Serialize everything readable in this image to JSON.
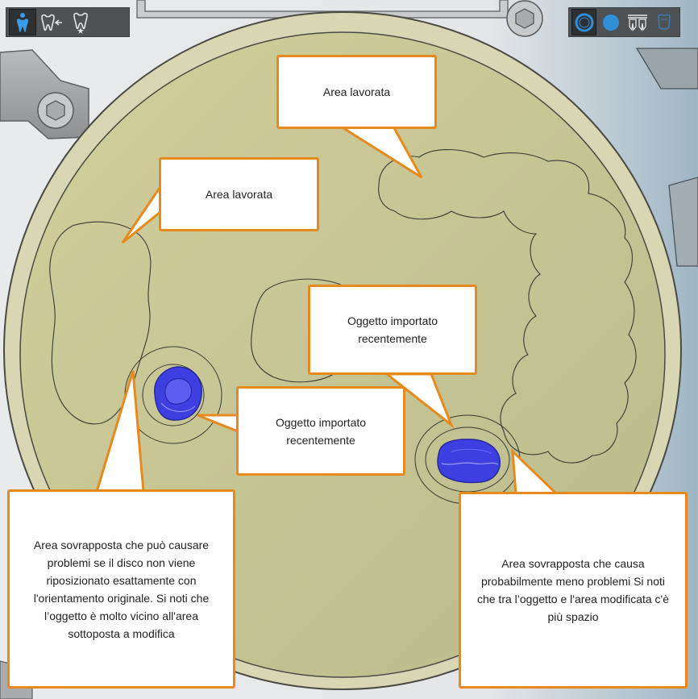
{
  "toolbar_left": {
    "buttons": [
      {
        "icon": "tooth-person-icon",
        "active": true
      },
      {
        "icon": "tooth-arrow-icon",
        "active": false
      },
      {
        "icon": "tooth-star-icon",
        "active": false
      }
    ]
  },
  "toolbar_right": {
    "buttons": [
      {
        "icon": "ring-icon",
        "active": true
      },
      {
        "icon": "filled-circle-icon",
        "active": false
      },
      {
        "icon": "teeth-row-icon",
        "active": false
      },
      {
        "icon": "crown-outline-icon",
        "active": false
      }
    ]
  },
  "callouts": {
    "area_top_right": "Area lavorata",
    "area_left": "Area lavorata",
    "object_right": "Oggetto importato recentemente",
    "object_left": "Oggetto importato recentemente",
    "overlap_left": "Area sovrapposta che può causare problemi se il disco non viene riposizionato esattamente con l'orientamento originale. Si noti che l’oggetto è molto vicino all'area sottoposta a modifica",
    "overlap_right": "Area sovrapposta che causa probabilmente meno problemi Si noti che tra l’oggetto e l'area modificata c'è più spazio"
  },
  "colors": {
    "callout_border": "#e78a1e",
    "disc_fill": "#c9c794",
    "object_fill": "#3d3fe0",
    "toolbar_active": "#2f8fd8"
  }
}
